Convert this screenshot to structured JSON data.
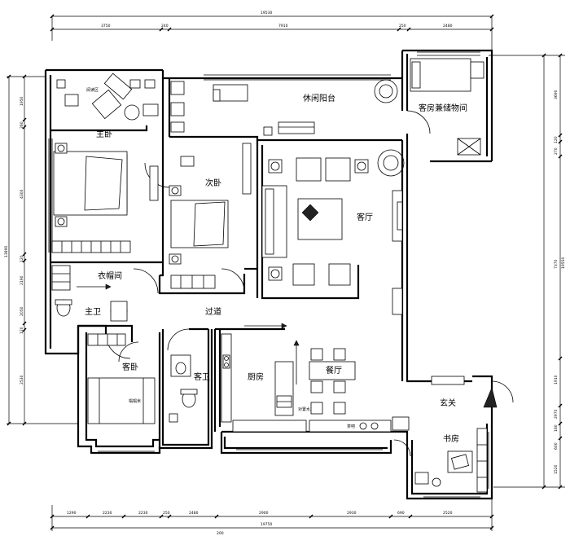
{
  "rooms": {
    "master_bedroom": "主卧",
    "leisure_balcony": "休闲阳台",
    "guest_room_storage": "客房兼储物间",
    "second_bedroom": "次卧",
    "living_room": "客厅",
    "walk_in_closet": "衣帽间",
    "master_bath": "主卫",
    "corridor": "过道",
    "guest_bedroom": "客卧",
    "guest_bath": "客卫",
    "kitchen": "厨房",
    "dining_room": "餐厅",
    "foyer": "玄关",
    "study": "书房"
  },
  "small_labels": {
    "reading_area": "阅读区",
    "tatami": "榻榻米",
    "double_sink": "对置水盆",
    "tea": "茶吧"
  },
  "dimensions": {
    "top_total": "19530",
    "top_segments": [
      "3750",
      "240",
      "7910",
      "250",
      "2480"
    ],
    "bottom_total": "19750",
    "bottom_segments": [
      "1290",
      "2230",
      "2230",
      "250",
      "2480",
      "2900",
      "2930",
      "690",
      "2520"
    ],
    "bottom_small": "200",
    "left_total": "13890",
    "left_segments": [
      "1950",
      "260",
      "4300",
      "120",
      "2190",
      "2050",
      "120",
      "2530"
    ],
    "right_total": "19550",
    "right_segments": [
      "3690",
      "120",
      "270",
      "7370",
      "1910",
      "2970",
      "160",
      "600",
      "1520"
    ]
  }
}
